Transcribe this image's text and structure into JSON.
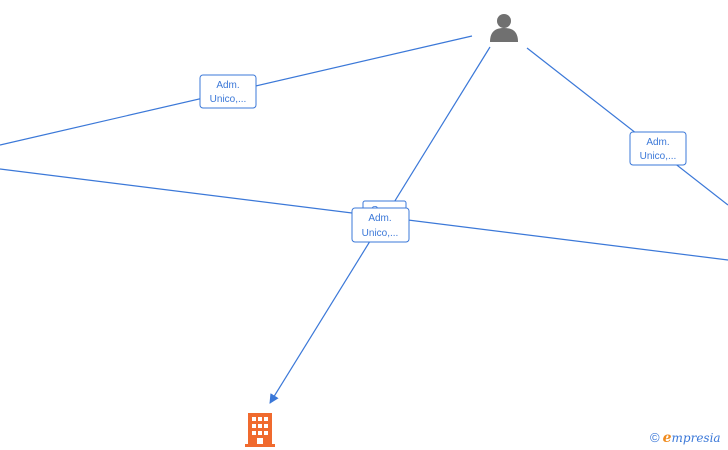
{
  "graph": {
    "edge_labels": [
      {
        "line1": "Adm.",
        "line2": "Unico,..."
      },
      {
        "line1": "Adm.",
        "line2": "Unico,..."
      },
      {
        "line1": "Adm.",
        "line2": "Unico,..."
      },
      {
        "line1": "Cons.",
        "line2": ""
      }
    ]
  },
  "colors": {
    "edge": "#3b78d8",
    "person": "#707070",
    "company": "#f06a2e",
    "brand_accent": "#f08b1d"
  },
  "icons": {
    "person": "person-icon",
    "company": "building-icon"
  },
  "footer": {
    "copyright": "©",
    "brand_initial": "e",
    "brand_rest": "mpresia"
  }
}
